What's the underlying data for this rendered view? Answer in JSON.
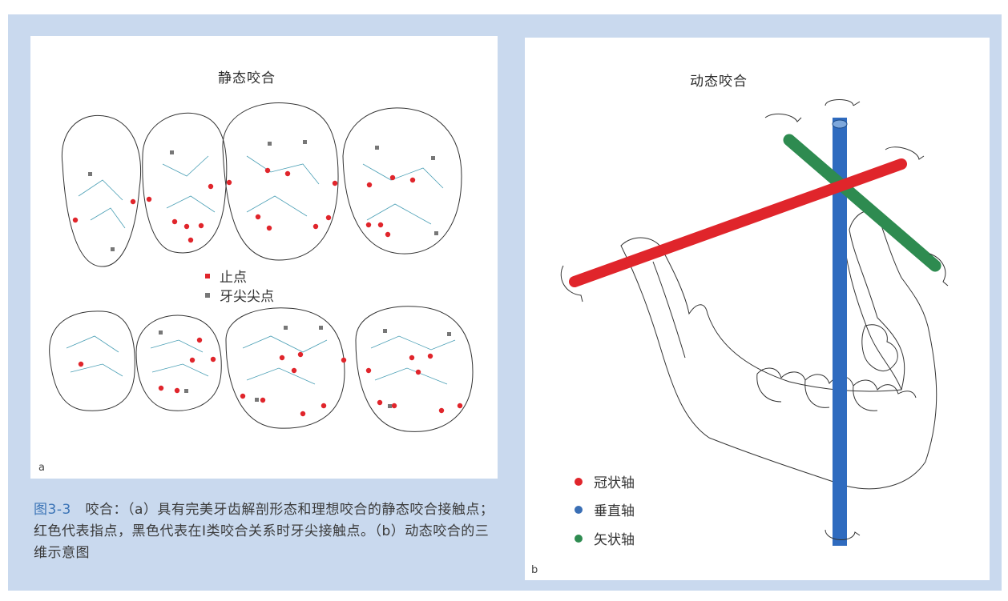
{
  "panel_a": {
    "title": "静态咬合",
    "letter": "a",
    "legend": [
      {
        "label": "止点",
        "color": "#e0252b"
      },
      {
        "label": "牙尖尖点",
        "color": "#777777"
      }
    ]
  },
  "panel_b": {
    "title": "动态咬合",
    "letter": "b",
    "legend": [
      {
        "label": "冠状轴",
        "color": "#e0252b"
      },
      {
        "label": "垂直轴",
        "color": "#3a6fb5"
      },
      {
        "label": "矢状轴",
        "color": "#2e8b50"
      }
    ]
  },
  "caption": {
    "figure_label": "图3-3",
    "text": "咬合：（a）具有完美牙齿解剖形态和理想咬合的静态咬合接触点；红色代表指点，黑色代表在Ⅰ类咬合关系时牙尖接触点。（b）动态咬合的三维示意图"
  },
  "colors": {
    "background_frame": "#c9d9ee",
    "red_axis": "#e0252b",
    "blue_axis": "#2f6bbf",
    "green_axis": "#2e8b50"
  }
}
